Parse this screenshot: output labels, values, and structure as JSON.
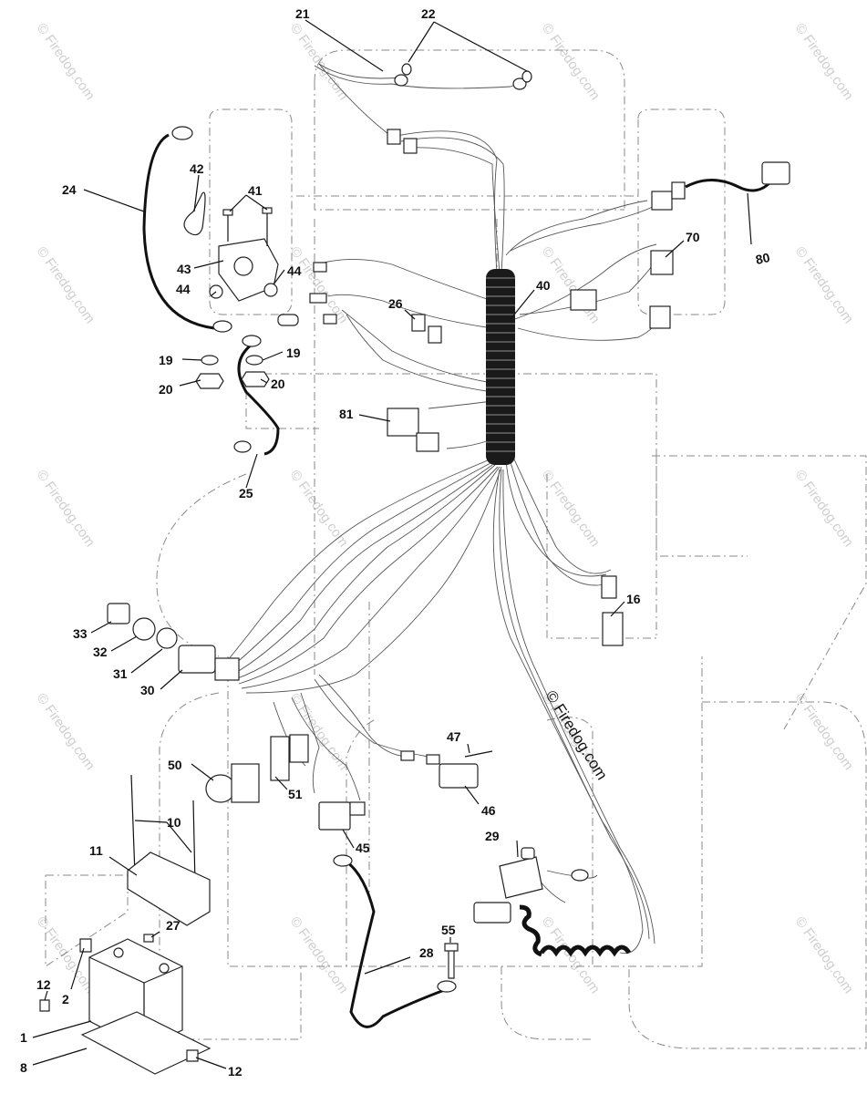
{
  "watermark": "© Firedog.com",
  "credit": "© Firedog.com",
  "callouts": [
    {
      "id": "c21",
      "text": "21"
    },
    {
      "id": "c22",
      "text": "22"
    },
    {
      "id": "c24",
      "text": "24"
    },
    {
      "id": "c42",
      "text": "42"
    },
    {
      "id": "c41",
      "text": "41"
    },
    {
      "id": "c43",
      "text": "43"
    },
    {
      "id": "c44a",
      "text": "44"
    },
    {
      "id": "c44b",
      "text": "44"
    },
    {
      "id": "c19a",
      "text": "19"
    },
    {
      "id": "c19b",
      "text": "19"
    },
    {
      "id": "c20a",
      "text": "20"
    },
    {
      "id": "c20b",
      "text": "20"
    },
    {
      "id": "c25",
      "text": "25"
    },
    {
      "id": "c26",
      "text": "26"
    },
    {
      "id": "c40",
      "text": "40"
    },
    {
      "id": "c70",
      "text": "70"
    },
    {
      "id": "c80",
      "text": "80"
    },
    {
      "id": "c81",
      "text": "81"
    },
    {
      "id": "c16",
      "text": "16"
    },
    {
      "id": "c33",
      "text": "33"
    },
    {
      "id": "c32",
      "text": "32"
    },
    {
      "id": "c31",
      "text": "31"
    },
    {
      "id": "c30",
      "text": "30"
    },
    {
      "id": "c47",
      "text": "47"
    },
    {
      "id": "c46",
      "text": "46"
    },
    {
      "id": "c50",
      "text": "50"
    },
    {
      "id": "c51",
      "text": "51"
    },
    {
      "id": "c45",
      "text": "45"
    },
    {
      "id": "c29",
      "text": "29"
    },
    {
      "id": "c10",
      "text": "10"
    },
    {
      "id": "c11",
      "text": "11"
    },
    {
      "id": "c27",
      "text": "27"
    },
    {
      "id": "c55",
      "text": "55"
    },
    {
      "id": "c28",
      "text": "28"
    },
    {
      "id": "c12a",
      "text": "12"
    },
    {
      "id": "c2",
      "text": "2"
    },
    {
      "id": "c1",
      "text": "1"
    },
    {
      "id": "c8",
      "text": "8"
    },
    {
      "id": "c12b",
      "text": "12"
    }
  ]
}
